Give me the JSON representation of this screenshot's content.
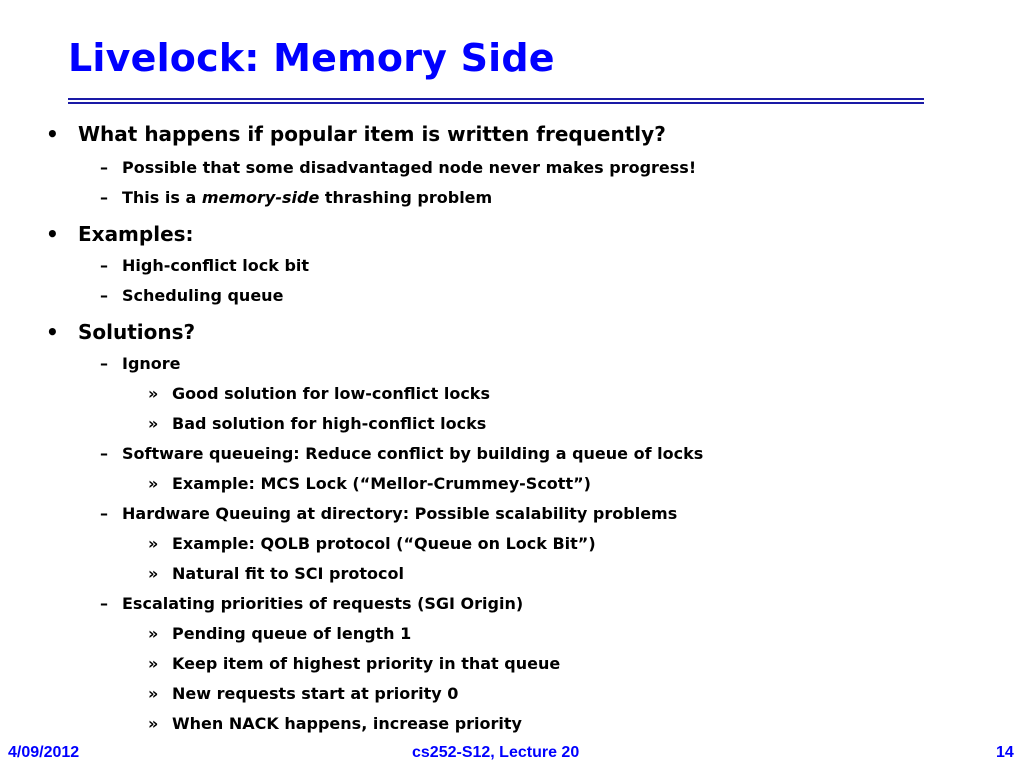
{
  "slide": {
    "title": "Livelock: Memory Side",
    "markers": {
      "bullet": "•",
      "dash": "–",
      "sub": "»"
    },
    "lines": [
      {
        "level": 1,
        "text": "What happens if popular item is written frequently?"
      },
      {
        "level": 2,
        "text": "Possible that some disadvantaged node never makes progress!"
      },
      {
        "level": 2,
        "prefix": "This is a ",
        "em": "memory-side",
        "suffix": " thrashing problem"
      },
      {
        "level": 1,
        "text": "Examples:"
      },
      {
        "level": 2,
        "text": "High-conflict lock bit"
      },
      {
        "level": 2,
        "text": "Scheduling queue"
      },
      {
        "level": 1,
        "text": "Solutions?"
      },
      {
        "level": 2,
        "text": "Ignore"
      },
      {
        "level": 3,
        "text": "Good solution for low-conflict locks"
      },
      {
        "level": 3,
        "text": "Bad solution for high-conflict locks"
      },
      {
        "level": 2,
        "text": "Software queueing: Reduce conflict by building a queue of locks"
      },
      {
        "level": 3,
        "text": "Example: MCS Lock (“Mellor-Crummey-Scott”)"
      },
      {
        "level": 2,
        "text": "Hardware Queuing at directory: Possible scalability problems"
      },
      {
        "level": 3,
        "text": "Example: QOLB protocol (“Queue on Lock Bit”)"
      },
      {
        "level": 3,
        "text": "Natural fit to SCI protocol"
      },
      {
        "level": 2,
        "text": "Escalating priorities of requests (SGI Origin)"
      },
      {
        "level": 3,
        "text": "Pending queue of length 1"
      },
      {
        "level": 3,
        "text": "Keep item of highest priority in that queue"
      },
      {
        "level": 3,
        "text": "New requests start at priority 0"
      },
      {
        "level": 3,
        "text": "When NACK happens, increase priority"
      }
    ]
  },
  "footer": {
    "date": "4/09/2012",
    "course": "cs252-S12, Lecture 20",
    "page": "14"
  },
  "colors": {
    "title": "#0000FF",
    "footer": "#0000FF",
    "rule": "#1a1aa6",
    "text": "#000000"
  }
}
